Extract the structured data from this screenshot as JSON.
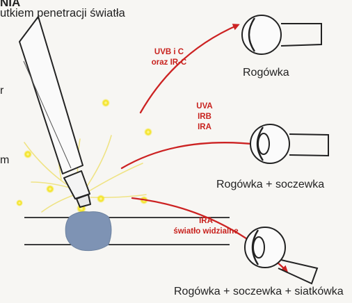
{
  "header": {
    "title_fragment": "NIA",
    "subtitle_fragment": "utkiem penetracji światła"
  },
  "left_fragments": [
    "r",
    "m"
  ],
  "rays": [
    {
      "label_lines": [
        "UVB i C",
        "oraz IR-C"
      ],
      "caption": "Rogówka"
    },
    {
      "label_lines": [
        "UVA",
        "IRB",
        "IRA"
      ],
      "caption": "Rogówka + soczewka"
    },
    {
      "label_lines": [
        "IRA",
        "światło widzialne"
      ],
      "caption": "Rogówka + soczewka + siatkówka"
    }
  ],
  "colors": {
    "ray": "#cc2222",
    "spark": "#f3e21c",
    "tissue": "#7e93b4",
    "outline": "#222222",
    "background": "#f7f6f3"
  }
}
